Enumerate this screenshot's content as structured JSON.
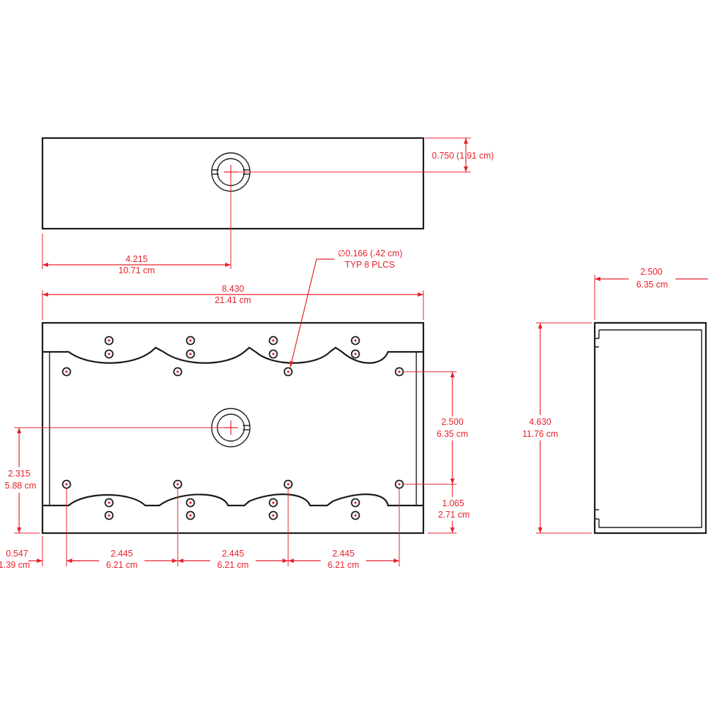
{
  "dimensions": {
    "top_height": {
      "inch": "0.750 (1.91 cm)"
    },
    "knockout_offset": {
      "inch": "4.215",
      "cm": "10.71 cm"
    },
    "overall_width": {
      "inch": "8.430",
      "cm": "21.41 cm"
    },
    "hole_callout": {
      "line1": "∅0.166 (.42 cm)",
      "line2": "TYP 8 PLCS"
    },
    "side_depth": {
      "inch": "2.500",
      "cm": "6.35 cm"
    },
    "side_height": {
      "inch": "4.630",
      "cm": "11.76 cm"
    },
    "hole_vertical_spacing": {
      "inch": "2.500",
      "cm": "6.35 cm"
    },
    "hole_bottom_offset": {
      "inch": "1.065",
      "cm": "2.71 cm"
    },
    "center_height": {
      "inch": "2.315",
      "cm": "5.88 cm"
    },
    "edge_offset": {
      "inch": "0.547",
      "cm": "1.39 cm"
    },
    "spacing_1": {
      "inch": "2.445",
      "cm": "6.21 cm"
    },
    "spacing_2": {
      "inch": "2.445",
      "cm": "6.21 cm"
    },
    "spacing_3": {
      "inch": "2.445",
      "cm": "6.21 cm"
    }
  },
  "colors": {
    "outline": "#1a1a1a",
    "dimension": "#e8202a"
  }
}
